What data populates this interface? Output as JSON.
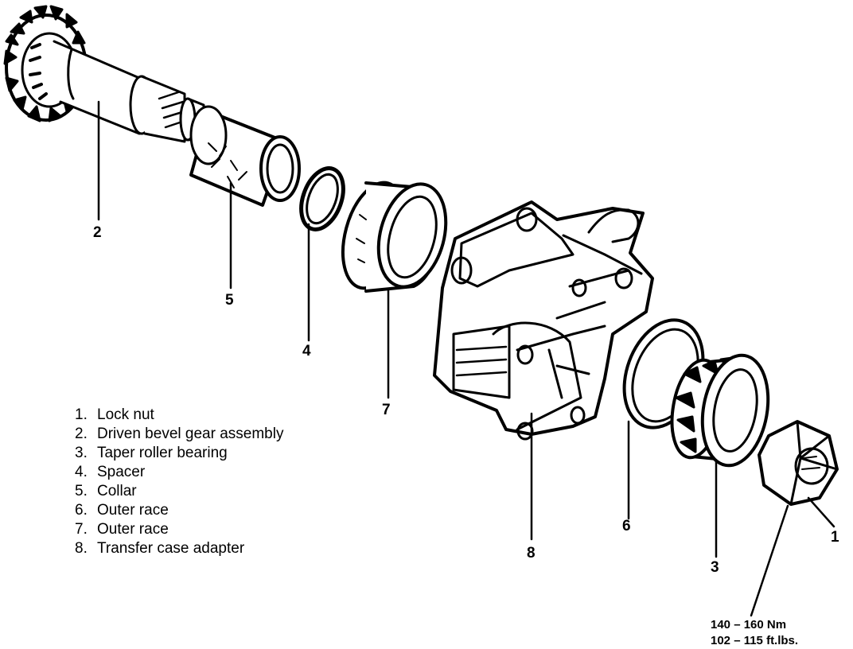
{
  "callouts": {
    "c1": "1",
    "c2": "2",
    "c3": "3",
    "c4": "4",
    "c5": "5",
    "c6": "6",
    "c7": "7",
    "c8": "8"
  },
  "legend": [
    {
      "num": "1.",
      "label": "Lock nut"
    },
    {
      "num": "2.",
      "label": "Driven bevel gear assembly"
    },
    {
      "num": "3.",
      "label": "Taper roller bearing"
    },
    {
      "num": "4.",
      "label": "Spacer"
    },
    {
      "num": "5.",
      "label": "Collar"
    },
    {
      "num": "6.",
      "label": "Outer race"
    },
    {
      "num": "7.",
      "label": "Outer race"
    },
    {
      "num": "8.",
      "label": "Transfer case adapter"
    }
  ],
  "torque": {
    "nm": "140 – 160 Nm",
    "ftlbs": "102 – 115 ft.lbs."
  }
}
